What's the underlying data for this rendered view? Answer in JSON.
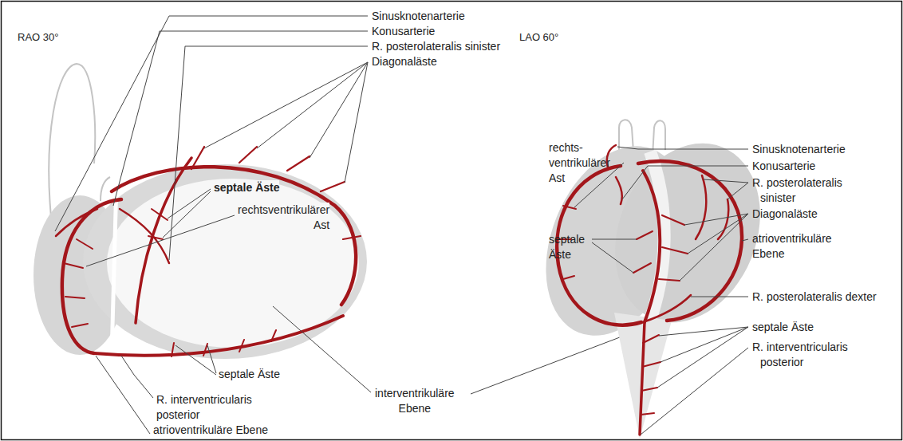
{
  "diagram": {
    "labels": [
      "RAO 30°",
      "Sinusknotenarterie",
      "Konusarterie",
      "R. posterolateralis sinister",
      "Diagonaläste",
      "septale Äste",
      "rechtsventrikulärer Ast",
      "septale Äste",
      "R. interventricularis posterior",
      "atrioventrikuläre Ebene",
      "interventrikuläre Ebene",
      "LAO 60°",
      "rechts- ventrikulärer Ast",
      "septale Äste",
      "Sinusknotenarterie",
      "Konusarterie",
      "R. posterolateralis sinister",
      "Diagonaläste",
      "atrioventrikuläre Ebene",
      "R. posterolateralis dexter",
      "septale Äste",
      "R. interventricularis posterior"
    ]
  }
}
